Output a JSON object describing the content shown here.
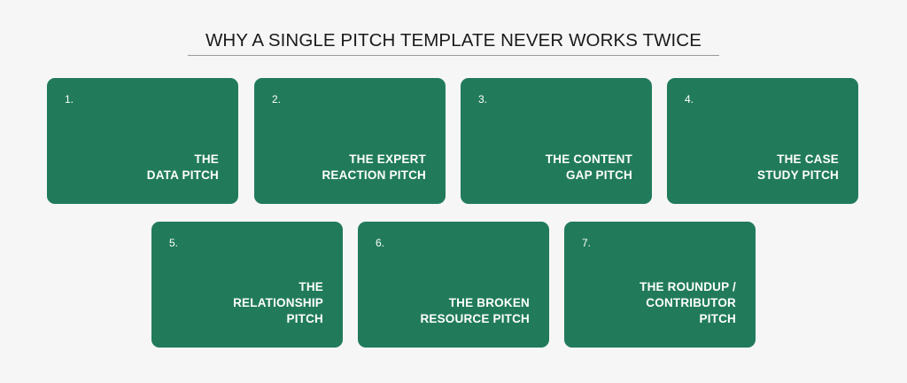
{
  "title": "WHY A SINGLE PITCH TEMPLATE NEVER WORKS TWICE",
  "colors": {
    "card": "#217b5b",
    "background": "#f6f6f6",
    "text_on_card": "#ffffff"
  },
  "cards": [
    {
      "number": "1.",
      "label": "THE\nDATA PITCH"
    },
    {
      "number": "2.",
      "label": "THE EXPERT\nREACTION PITCH"
    },
    {
      "number": "3.",
      "label": "THE CONTENT\nGAP PITCH"
    },
    {
      "number": "4.",
      "label": "THE CASE\nSTUDY PITCH"
    },
    {
      "number": "5.",
      "label": "THE\nRELATIONSHIP\nPITCH"
    },
    {
      "number": "6.",
      "label": "THE BROKEN\nRESOURCE PITCH"
    },
    {
      "number": "7.",
      "label": "THE ROUNDUP /\nCONTRIBUTOR\nPITCH"
    }
  ]
}
